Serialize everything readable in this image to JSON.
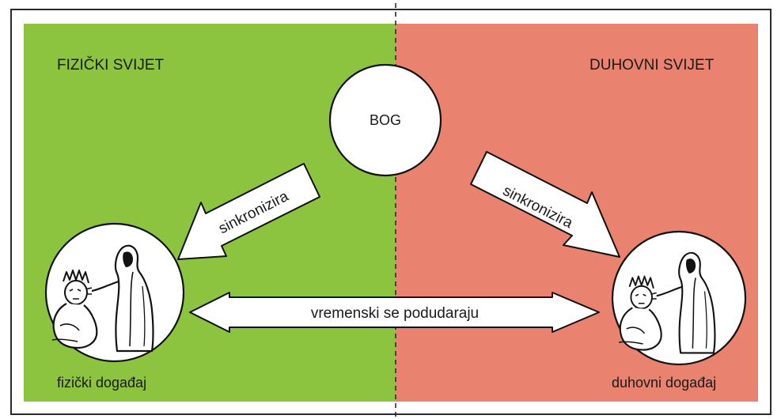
{
  "diagram": {
    "left_world_label": "FIZIČKI SVIJET",
    "right_world_label": "DUHOVNI SVIJET",
    "center_label": "BOG",
    "left_arrow_label": "sinkronizira",
    "right_arrow_label": "sinkronizira",
    "bottom_arrow_label": "vremenski se podudaraju",
    "left_event_caption": "fizički događaj",
    "right_event_caption": "duhovni događaj"
  },
  "colors": {
    "left_panel": "#8cc43f",
    "right_panel": "#e9826e",
    "frame": "#2a2a2a",
    "shape_fill": "#ffffff"
  },
  "icons": {
    "left_event": "figure-blessing-icon",
    "right_event": "figure-blessing-icon"
  }
}
